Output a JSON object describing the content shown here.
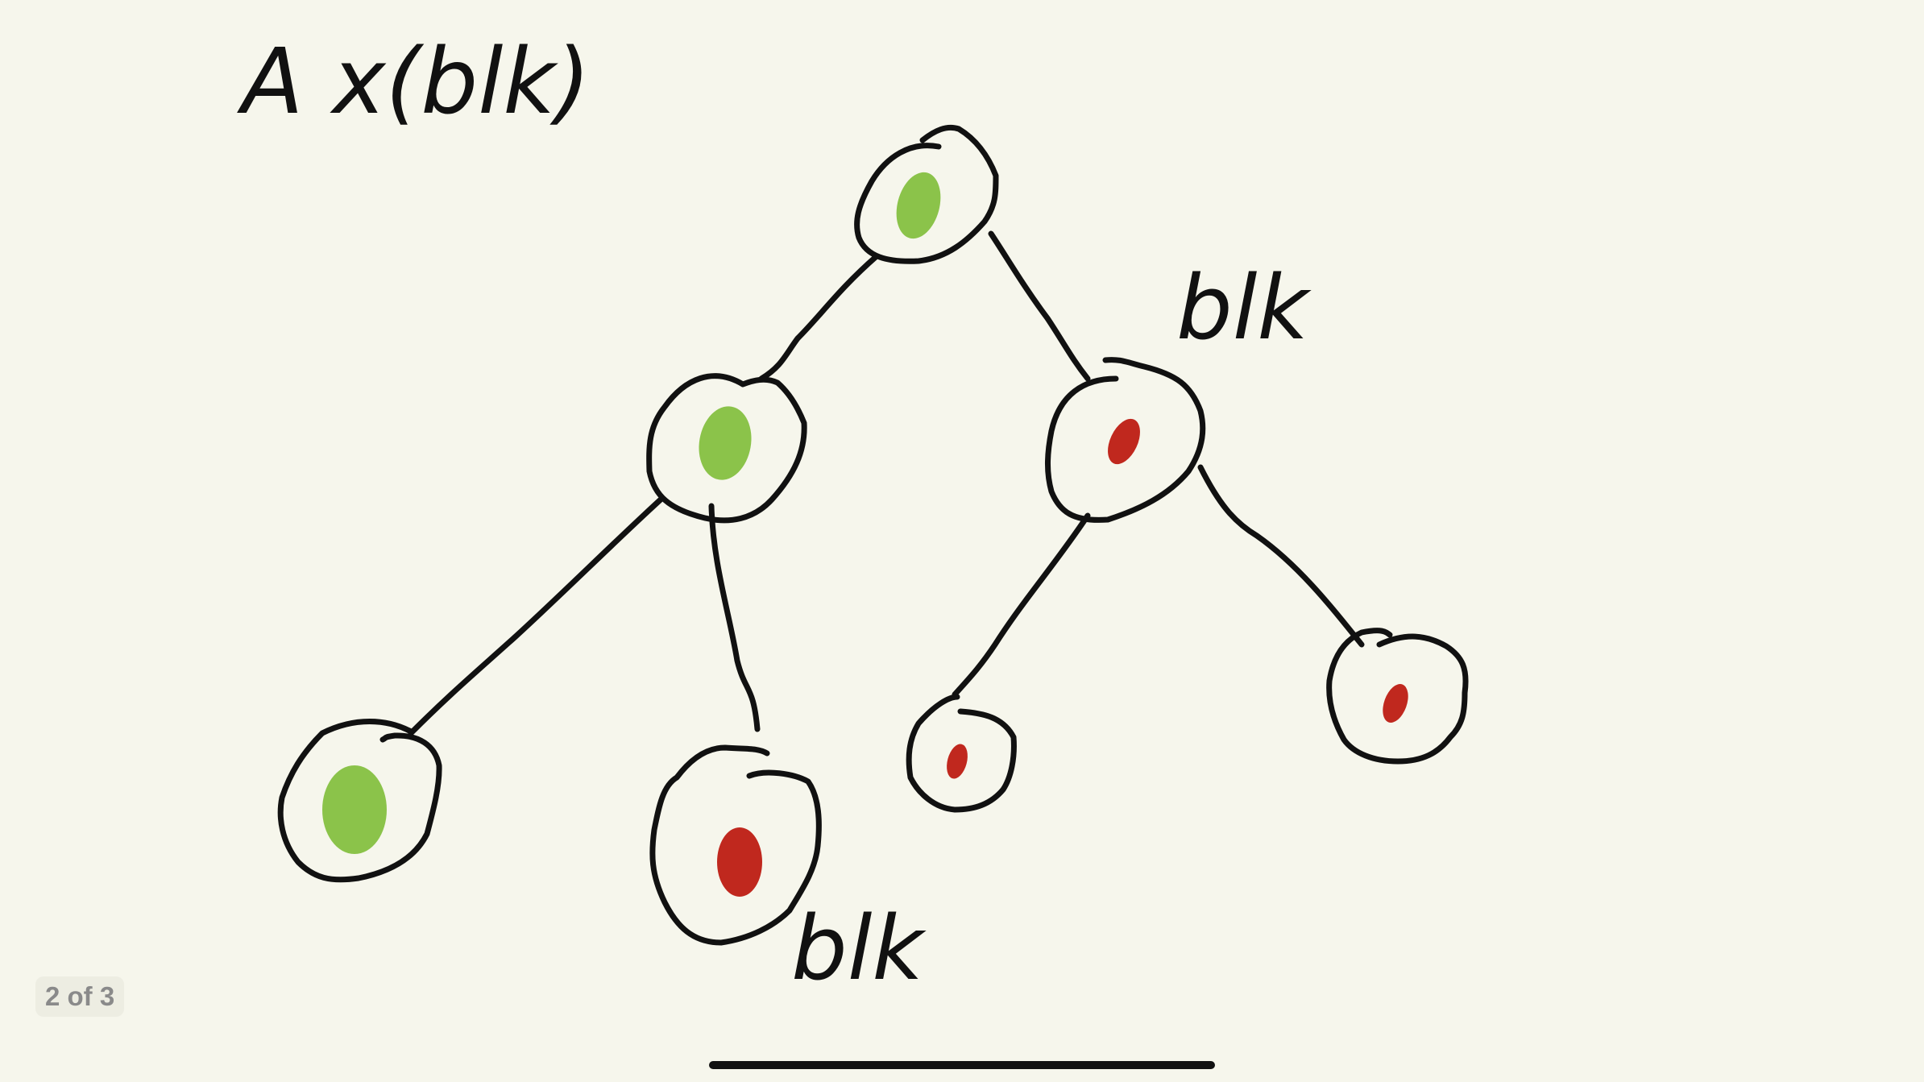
{
  "title": "A x(blk)",
  "labels": {
    "right_child": "blk",
    "bottom_node": "blk"
  },
  "page_indicator": "2 of 3",
  "colors": {
    "background": "#f6f6ec",
    "ink": "#111111",
    "green": "#8bc34a",
    "red": "#c0281e"
  },
  "tree": {
    "nodes": [
      {
        "id": "root",
        "fill": "green"
      },
      {
        "id": "left",
        "fill": "green"
      },
      {
        "id": "right",
        "fill": "red"
      },
      {
        "id": "left-left",
        "fill": "green"
      },
      {
        "id": "left-right",
        "fill": "red"
      },
      {
        "id": "right-left",
        "fill": "red"
      },
      {
        "id": "right-right",
        "fill": "red"
      }
    ]
  }
}
